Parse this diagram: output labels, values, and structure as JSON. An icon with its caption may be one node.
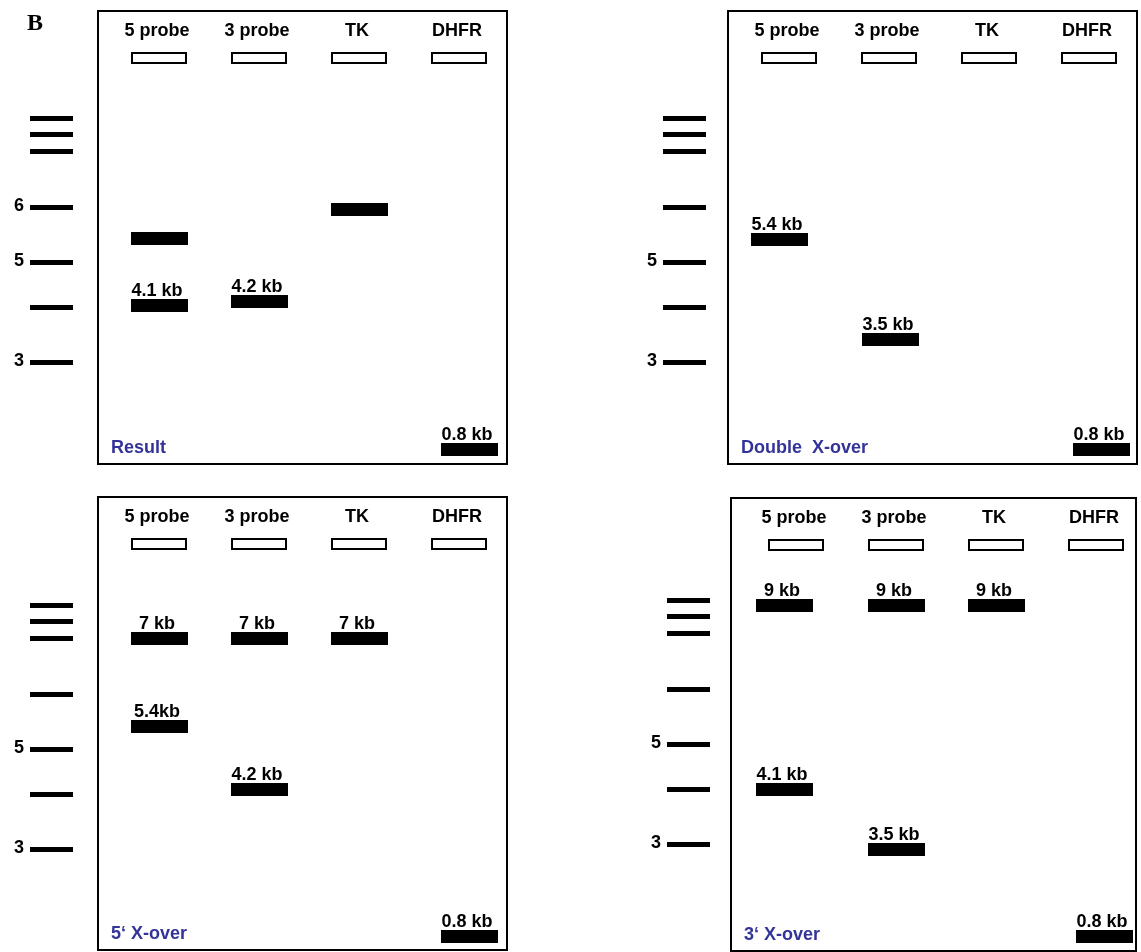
{
  "diagram": {
    "nodes": [
      {
        "text": [
          "5 probe",
          "3 probe",
          "TK",
          "DHFR",
          "4.1 kb",
          "4.2 kb",
          "0.8 kb",
          "Result"
        ]
      },
      {
        "text": [
          "5 probe",
          "3 probe",
          "TK",
          "DHFR",
          "5.4 kb",
          "3.5 kb",
          "0.8 kb",
          "Double  X-over"
        ]
      },
      {
        "text": [
          "5 probe",
          "3 probe",
          "TK",
          "DHFR",
          "7 kb",
          "7 kb",
          "7 kb",
          "5.4kb",
          "4.2 kb",
          "0.8 kb",
          "5‘ X-over"
        ]
      },
      {
        "text": [
          "5 probe",
          "3 probe",
          "TK",
          "DHFR",
          "9 kb",
          "9 kb",
          "9 kb",
          "4.1 kb",
          "3.5 kb",
          "0.8 kb",
          "3‘ X-over"
        ]
      }
    ],
    "edges": [],
    "labels": [
      "B",
      "6",
      "5",
      "3",
      "5",
      "3",
      "5",
      "3",
      "5",
      "3"
    ]
  }
}
